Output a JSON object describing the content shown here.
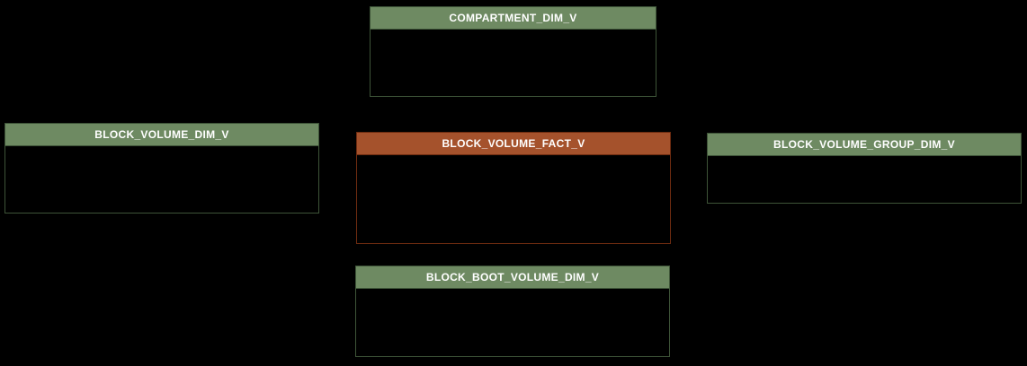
{
  "canvas": {
    "background": "#000000"
  },
  "colors": {
    "dimension_header": "#6e8a62",
    "dimension_border": "#3e5438",
    "fact_header": "#a5522c",
    "fact_border": "#6e2c10",
    "header_text": "#ffffff",
    "table_body_bg": "#000000"
  },
  "diagram": {
    "kind": "star-schema-table-diagram",
    "tables": [
      {
        "label": "COMPARTMENT_DIM_V",
        "role": "dimension"
      },
      {
        "label": "BLOCK_VOLUME_DIM_V",
        "role": "dimension"
      },
      {
        "label": "BLOCK_VOLUME_FACT_V",
        "role": "fact"
      },
      {
        "label": "BLOCK_VOLUME_GROUP_DIM_V",
        "role": "dimension"
      },
      {
        "label": "BLOCK_BOOT_VOLUME_DIM_V",
        "role": "dimension"
      }
    ]
  }
}
